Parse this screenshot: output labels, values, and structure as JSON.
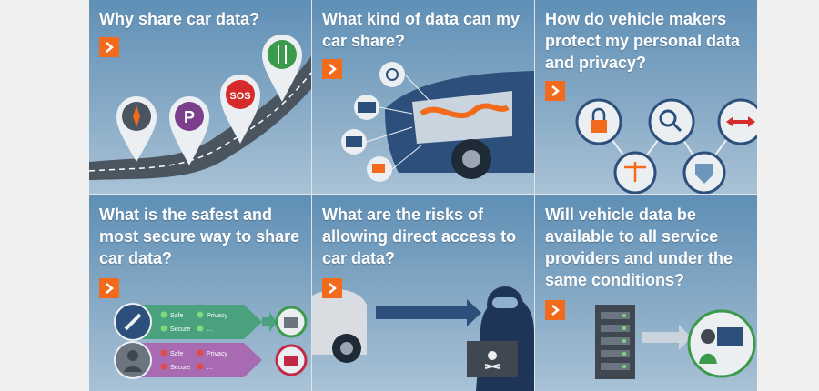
{
  "tiles": [
    {
      "title": "Why share car data?",
      "icons": [
        "compass-icon",
        "parking-icon",
        "sos-icon",
        "restaurant-icon"
      ],
      "sos_label": "SOS",
      "parking_label": "P"
    },
    {
      "title": "What kind of data can my car share?"
    },
    {
      "title": "How do vehicle makers protect my personal data and privacy?"
    },
    {
      "title": "What is the safest and most secure way to share car data?",
      "safe_row": {
        "items": [
          "Safe",
          "Privacy",
          "Secure",
          "…"
        ]
      },
      "unsafe_row": {
        "items": [
          "Safe",
          "Privacy",
          "Secure",
          "…"
        ]
      }
    },
    {
      "title": "What are the risks of allowing direct access to car data?"
    },
    {
      "title": "Will vehicle data be available to all service providers and under the same conditions?"
    }
  ],
  "colors": {
    "accent": "#f26a1b",
    "tile_blue": "#6b96bb",
    "road": "#4b5560"
  }
}
